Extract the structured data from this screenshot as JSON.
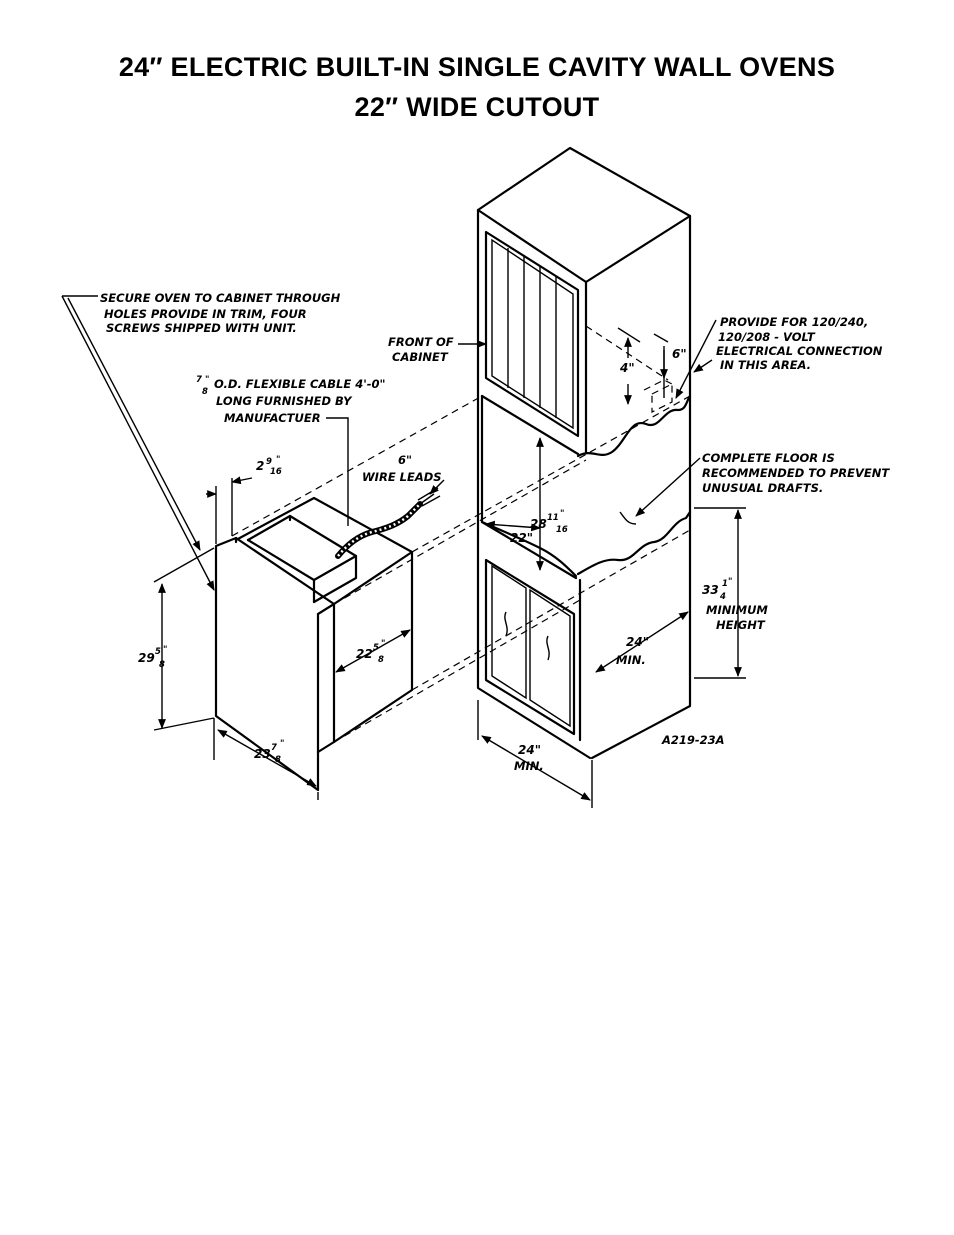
{
  "title": {
    "line1": "24″ ELECTRIC BUILT-IN SINGLE CAVITY WALL OVENS",
    "line2": "22″ WIDE CUTOUT"
  },
  "notes": {
    "secure": [
      "SECURE OVEN TO CABINET THROUGH",
      "HOLES  PROVIDE  IN  TRIM, FOUR",
      "SCREWS  SHIPPED  WITH  UNIT."
    ],
    "cable": [
      "O.D. FLEXIBLE CABLE 4'-0\"",
      "LONG FURNISHED BY",
      "MANUFACTUER"
    ],
    "cable_fraction": {
      "num": "7",
      "den": "8",
      "mark": "\""
    },
    "wire_leads": [
      "6\"",
      "WIRE  LEADS"
    ],
    "front_of_cabinet": [
      "FRONT  OF",
      "CABINET"
    ],
    "provide": [
      "PROVIDE  FOR  120/240,",
      "120/208 - VOLT",
      "ELECTRICAL  CONNECTION",
      "IN  THIS AREA."
    ],
    "floor": [
      "COMPLETE  FLOOR  IS",
      "RECOMMENDED TO PREVENT",
      "UNUSUAL   DRAFTS."
    ],
    "minimum_height": [
      "MINIMUM",
      "HEIGHT"
    ],
    "figure_code": "A219-23A"
  },
  "dimensions": {
    "d_2_9_16": {
      "whole": "2",
      "num": "9",
      "den": "16",
      "mark": "\""
    },
    "d_29_5_8": {
      "whole": "29",
      "num": "5",
      "den": "8",
      "mark": "\""
    },
    "d_22_5_8": {
      "whole": "22",
      "num": "5",
      "den": "8",
      "mark": "\""
    },
    "d_23_7_8": {
      "whole": "23",
      "num": "7",
      "den": "8",
      "mark": "\""
    },
    "d_28_11_16": {
      "whole": "28",
      "num": "11",
      "den": "16",
      "mark": "\""
    },
    "d_22": "22\"",
    "d_4": "4\"",
    "d_6": "6\"",
    "d_33_1_4": {
      "whole": "33",
      "num": "1",
      "den": "4",
      "mark": "\""
    },
    "d_24_min_right": [
      "24\"",
      "MIN."
    ],
    "d_24_min_bottom": [
      "24\"",
      "MIN."
    ]
  }
}
